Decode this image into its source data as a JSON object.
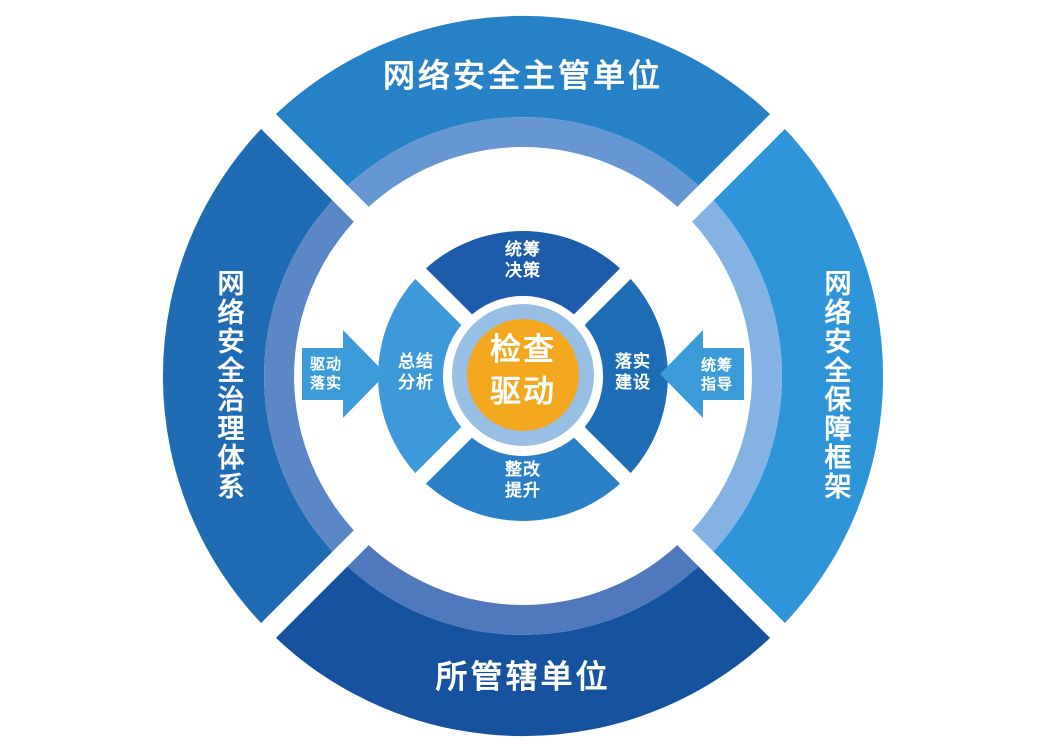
{
  "outer_ring": {
    "top": {
      "label": "网络安全主管单位"
    },
    "right": {
      "label": "网络安全保障框架"
    },
    "bottom": {
      "label": "所管辖单位"
    },
    "left": {
      "label": "网络安全治理体系"
    }
  },
  "inner_ring": {
    "top": {
      "line1": "统筹",
      "line2": "决策"
    },
    "right": {
      "line1": "落实",
      "line2": "建设"
    },
    "bottom": {
      "line1": "整改",
      "line2": "提升"
    },
    "left": {
      "line1": "总结",
      "line2": "分析"
    }
  },
  "center": {
    "line1": "检查",
    "line2": "驱动"
  },
  "arrows": {
    "left": {
      "line1": "驱动",
      "line2": "落实",
      "direction": "points-right"
    },
    "right": {
      "line1": "统筹",
      "line2": "指导",
      "direction": "points-left"
    }
  },
  "colors": {
    "outer_top": "#2681C7",
    "outer_top_rim": "#6697D2",
    "outer_right": "#2E96D8",
    "outer_right_rim": "#83B3E2",
    "outer_bottom": "#17529F",
    "outer_bottom_rim": "#4F79BC",
    "outer_left": "#1F6CB5",
    "outer_left_rim": "#5C87C7",
    "inner_top": "#1C5CAA",
    "inner_right": "#1E6DB7",
    "inner_bottom": "#2A80C7",
    "inner_left": "#3D99D9",
    "arrow": "#3C9CDA",
    "center_ring": "#98BFE4",
    "center_circle": "#F3A81F",
    "label_text": "#FFFFFF",
    "background": "#FFFFFF"
  }
}
